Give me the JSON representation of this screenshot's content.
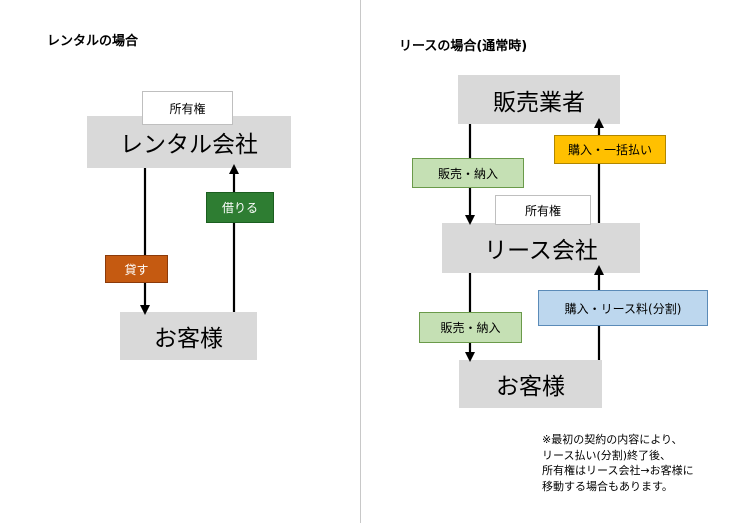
{
  "rental": {
    "title": "レンタルの場合",
    "company": "レンタル会社",
    "ownership_tag": "所有権",
    "customer": "お客様",
    "lend_label": "貸す",
    "borrow_label": "借りる"
  },
  "lease": {
    "title": "リースの場合(通常時)",
    "vendor": "販売業者",
    "company": "リース会社",
    "ownership_tag": "所有権",
    "customer": "お客様",
    "vendor_to_lease_label": "販売・納入",
    "lease_to_vendor_label": "購入・一括払い",
    "lease_to_customer_label": "販売・納入",
    "customer_to_lease_label": "購入・リース料(分割)",
    "note_lines": [
      "※最初の契約の内容により、",
      "リース払い(分割)終了後、",
      "所有権はリース会社→お客様に",
      "移動する場合もあります。"
    ]
  },
  "colors": {
    "box_gray": "#d9d9d9",
    "lend_orange": "#c55a11",
    "borrow_green": "#2e7d32",
    "light_green": "#c5e0b4",
    "gold": "#ffc000",
    "light_blue": "#bdd7ee"
  }
}
